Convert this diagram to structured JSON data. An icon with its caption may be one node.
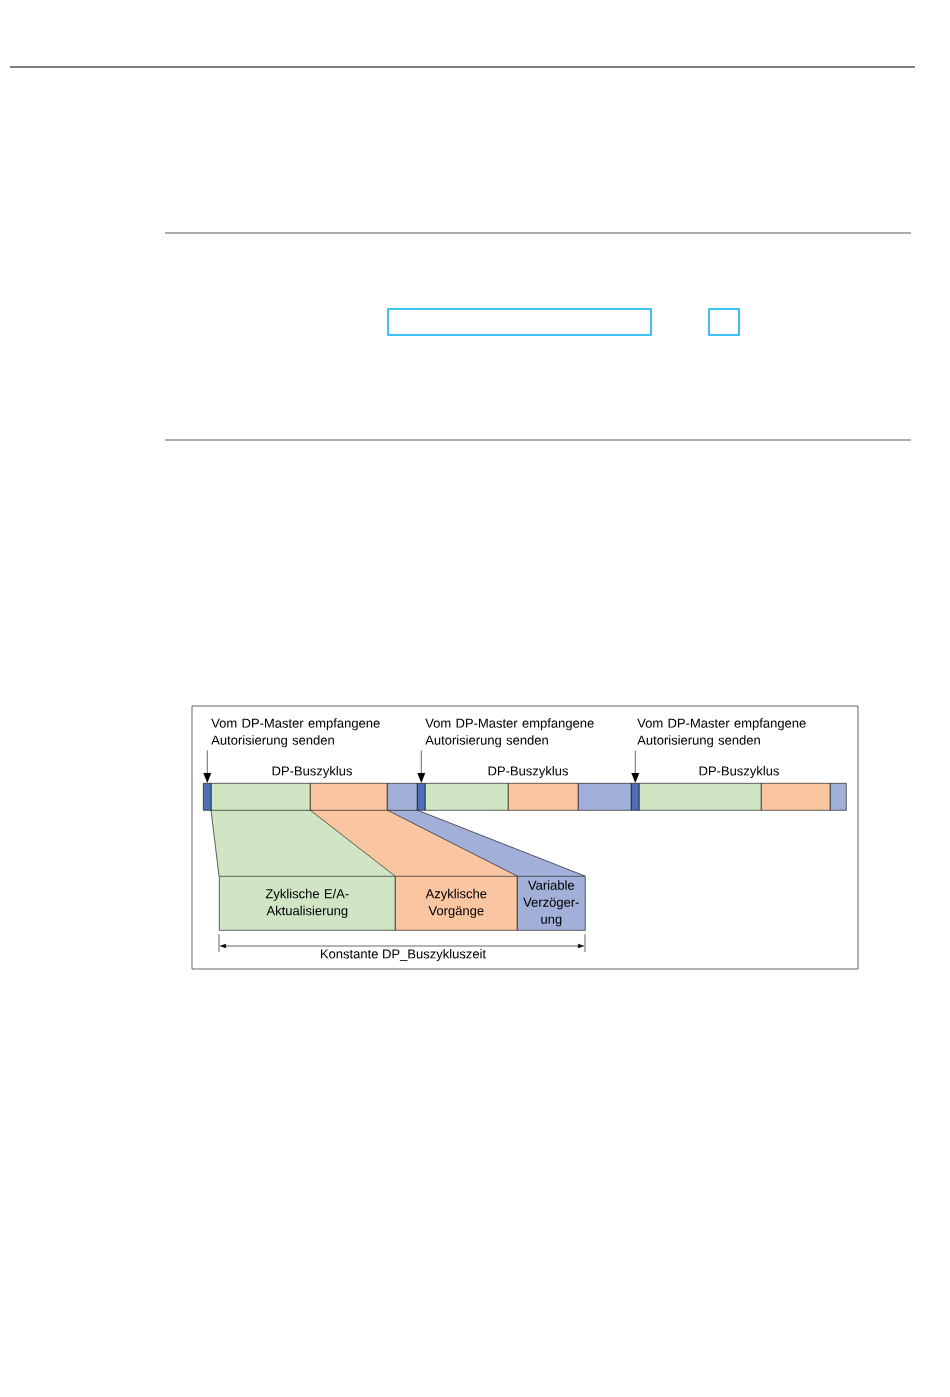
{
  "diagram": {
    "nodes": [
      {
        "text": [
          "Vom DP-Master empfangene Autorisierung senden"
        ]
      },
      {
        "text": [
          "Vom DP-Master empfangene Autorisierung senden"
        ]
      },
      {
        "text": [
          "Vom DP-Master empfangene Autorisierung senden"
        ]
      },
      {
        "text": [],
        "shape": "box"
      },
      {
        "text": [],
        "shape": "box"
      },
      {
        "text": [],
        "shape": "box"
      },
      {
        "text": [],
        "shape": "box"
      },
      {
        "text": [],
        "shape": "box"
      },
      {
        "text": [],
        "shape": "box"
      },
      {
        "text": [],
        "shape": "box"
      },
      {
        "text": [],
        "shape": "box"
      },
      {
        "text": [],
        "shape": "box"
      },
      {
        "text": [],
        "shape": "box"
      },
      {
        "text": [],
        "shape": "box"
      },
      {
        "text": [],
        "shape": "box"
      },
      {
        "text": [
          "Zyklische E/A-Aktualisierung"
        ]
      },
      {
        "text": [
          "Azyklische Vorgänge"
        ]
      },
      {
        "text": [
          "Variable Verzöger-ung"
        ]
      }
    ],
    "edges": [
      {
        "from": 0,
        "to": 3,
        "arrow": "to"
      },
      {
        "from": 1,
        "to": 7,
        "arrow": "to"
      },
      {
        "from": 2,
        "to": 11,
        "arrow": "to"
      }
    ],
    "labels": [
      "DP-Buszyklus",
      "DP-Buszyklus",
      "DP-Buszyklus",
      "Konstante DP_Buszykluszeit"
    ]
  }
}
